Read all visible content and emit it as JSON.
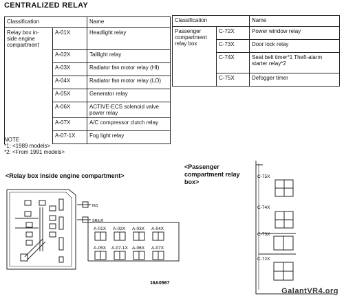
{
  "title": "CENTRALIZED RELAY",
  "table1": {
    "headers": [
      "Classification",
      "",
      "Name"
    ],
    "classification": "Relay box in- side engine compartment",
    "rows": [
      {
        "code": "A-01X",
        "name": "Headlight relay"
      },
      {
        "code": "A-02X",
        "name": "Taillight relay"
      },
      {
        "code": "A-03X",
        "name": "Radiator fan motor relay (HI)"
      },
      {
        "code": "A-04X",
        "name": "Radiator fan motor relay (LO)"
      },
      {
        "code": "A-05X",
        "name": "Generator relay"
      },
      {
        "code": "A-06X",
        "name": "ACTIVE-ECS solenoid valve power relay"
      },
      {
        "code": "A-07X",
        "name": "A/C compressor clutch relay"
      },
      {
        "code": "A-07-1X",
        "name": "Fog light relay"
      }
    ]
  },
  "table2": {
    "headers": [
      "Classification",
      "",
      "Name"
    ],
    "classification": "Passenger compartment relay box",
    "rows": [
      {
        "code": "C-72X",
        "name": "Power window relay"
      },
      {
        "code": "C-73X",
        "name": "Door lock relay"
      },
      {
        "code": "C-74X",
        "name": "Seat belt timer*1 Theft-alarm starter relay*2"
      },
      {
        "code": "C-75X",
        "name": "Defogger timer"
      }
    ]
  },
  "note": {
    "heading": "NOTE",
    "items": [
      "*1: <1989 models>",
      "*2: <From 1991 models>"
    ]
  },
  "diagram1": {
    "label": "<Relay box inside engine compartment>",
    "grid_top": [
      "A-01X",
      "A-02X",
      "A-03X",
      "A-04X"
    ],
    "grid_bottom": [
      "A-05X",
      "A-07-1X",
      "A-06X",
      "A-07X"
    ],
    "small_labels": [
      "N/1",
      "SR/LR"
    ],
    "figure_code": "16A0567"
  },
  "diagram2": {
    "label": "<Passenger compartment relay box>",
    "relays": [
      "C-75X",
      "C-74X",
      "C-73X",
      "C-72X"
    ]
  },
  "watermark": "GalantVR4.org"
}
